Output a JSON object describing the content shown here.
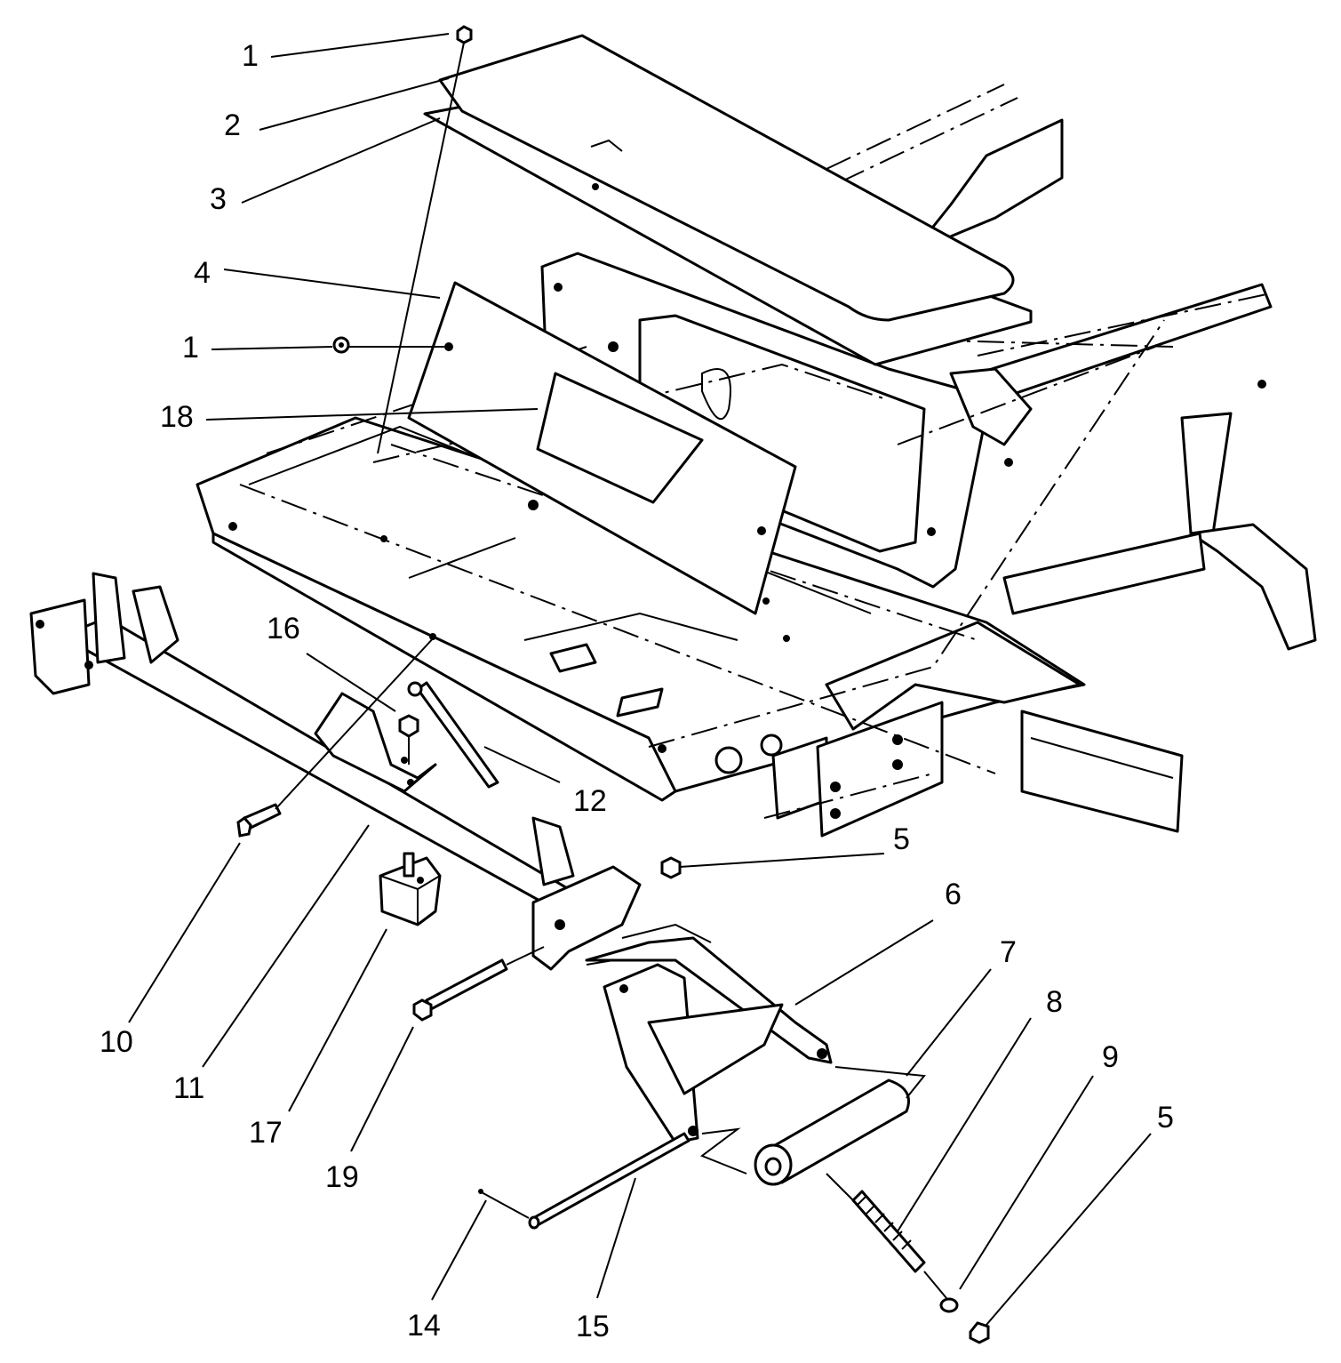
{
  "diagram": {
    "callouts": [
      {
        "id": "c1a",
        "label": "1"
      },
      {
        "id": "c2",
        "label": "2"
      },
      {
        "id": "c3",
        "label": "3"
      },
      {
        "id": "c4",
        "label": "4"
      },
      {
        "id": "c1b",
        "label": "1"
      },
      {
        "id": "c18",
        "label": "18"
      },
      {
        "id": "c16",
        "label": "16"
      },
      {
        "id": "c12",
        "label": "12"
      },
      {
        "id": "c5a",
        "label": "5"
      },
      {
        "id": "c6",
        "label": "6"
      },
      {
        "id": "c7",
        "label": "7"
      },
      {
        "id": "c8",
        "label": "8"
      },
      {
        "id": "c9",
        "label": "9"
      },
      {
        "id": "c5b",
        "label": "5"
      },
      {
        "id": "c10",
        "label": "10"
      },
      {
        "id": "c11",
        "label": "11"
      },
      {
        "id": "c17",
        "label": "17"
      },
      {
        "id": "c19",
        "label": "19"
      },
      {
        "id": "c14",
        "label": "14"
      },
      {
        "id": "c15",
        "label": "15"
      }
    ]
  }
}
